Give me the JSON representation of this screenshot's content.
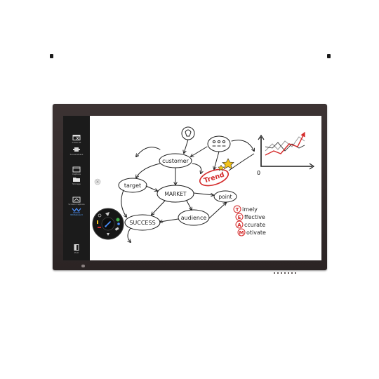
{
  "sidebar": {
    "items": [
      {
        "icon": "close-all-icon",
        "label": "Close all"
      },
      {
        "icon": "screenshare-icon",
        "label": "Screenshare"
      },
      {
        "icon": "capture-icon",
        "label": "Capture"
      },
      {
        "icon": "storage-icon",
        "label": "Storage"
      },
      {
        "icon": "screen-capture-icon",
        "label": "Screen Capture"
      },
      {
        "icon": "whiteboard-icon",
        "label": "Whiteboard"
      },
      {
        "icon": "exit-icon",
        "label": "Exit"
      }
    ]
  },
  "whiteboard": {
    "customer": "customer",
    "target": "target",
    "market": "MARKET",
    "trend": "Trend",
    "point": "point",
    "success": "SUCCESS",
    "audience": "audience",
    "team": [
      {
        "letter": "T",
        "word": "imely"
      },
      {
        "letter": "E",
        "word": "ffective"
      },
      {
        "letter": "A",
        "word": "ccurate"
      },
      {
        "letter": "M",
        "word": "otivate"
      }
    ],
    "chart_zero": "0"
  },
  "colors": {
    "bezel": "#2e2626",
    "sidebar": "#1b1b1b",
    "ink": "#1e1e1e",
    "red_ink": "#d42a2a",
    "accent_blue": "#4a90ff",
    "star": "#f2c21b"
  }
}
